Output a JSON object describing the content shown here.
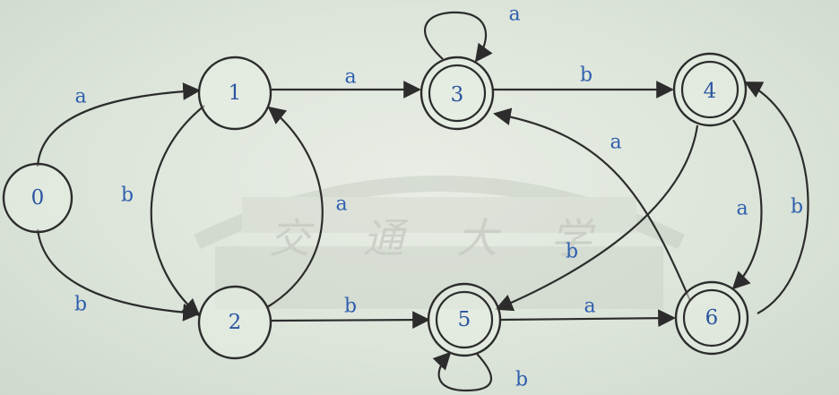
{
  "background": {
    "watermark_text": "交 通 大 学"
  },
  "states": [
    {
      "id": "0",
      "label": "0",
      "accepting": false
    },
    {
      "id": "1",
      "label": "1",
      "accepting": false
    },
    {
      "id": "2",
      "label": "2",
      "accepting": false
    },
    {
      "id": "3",
      "label": "3",
      "accepting": true
    },
    {
      "id": "4",
      "label": "4",
      "accepting": true
    },
    {
      "id": "5",
      "label": "5",
      "accepting": true
    },
    {
      "id": "6",
      "label": "6",
      "accepting": true
    }
  ],
  "transitions": [
    {
      "from": "0",
      "to": "1",
      "label": "a"
    },
    {
      "from": "0",
      "to": "2",
      "label": "b"
    },
    {
      "from": "1",
      "to": "2",
      "label": "b"
    },
    {
      "from": "2",
      "to": "1",
      "label": "a"
    },
    {
      "from": "1",
      "to": "3",
      "label": "a"
    },
    {
      "from": "2",
      "to": "5",
      "label": "b"
    },
    {
      "from": "3",
      "to": "3",
      "label": "a"
    },
    {
      "from": "3",
      "to": "4",
      "label": "b"
    },
    {
      "from": "4",
      "to": "5",
      "label": "b"
    },
    {
      "from": "4",
      "to": "6",
      "label": "a"
    },
    {
      "from": "6",
      "to": "4",
      "label": "b"
    },
    {
      "from": "6",
      "to": "3",
      "label": "a"
    },
    {
      "from": "5",
      "to": "6",
      "label": "a"
    },
    {
      "from": "5",
      "to": "5",
      "label": "b"
    }
  ],
  "colors": {
    "label_color": "#2f5fae",
    "stroke_color": "#2c2c2c"
  }
}
